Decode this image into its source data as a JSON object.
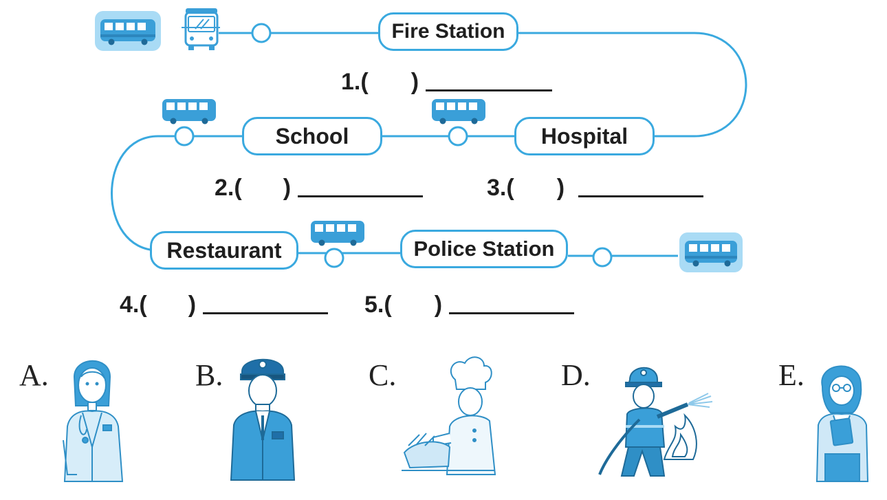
{
  "stops": {
    "fire_station": "Fire Station",
    "school": "School",
    "hospital": "Hospital",
    "restaurant": "Restaurant",
    "police_station": "Police Station"
  },
  "questions": [
    {
      "num": "1.(",
      "close": ")"
    },
    {
      "num": "2.(",
      "close": ")"
    },
    {
      "num": "3.(",
      "close": ")"
    },
    {
      "num": "4.(",
      "close": ")"
    },
    {
      "num": "5.(",
      "close": ")"
    }
  ],
  "options": [
    {
      "letter": "A.",
      "icon": "doctor-icon"
    },
    {
      "letter": "B.",
      "icon": "police-officer-icon"
    },
    {
      "letter": "C.",
      "icon": "cook-icon"
    },
    {
      "letter": "D.",
      "icon": "firefighter-icon"
    },
    {
      "letter": "E.",
      "icon": "teacher-icon"
    }
  ],
  "colors": {
    "route": "#3aa9df",
    "bus": "#3a9fd8",
    "bus_tile": "#a9dbf5",
    "ink": "#1f1f1f"
  }
}
